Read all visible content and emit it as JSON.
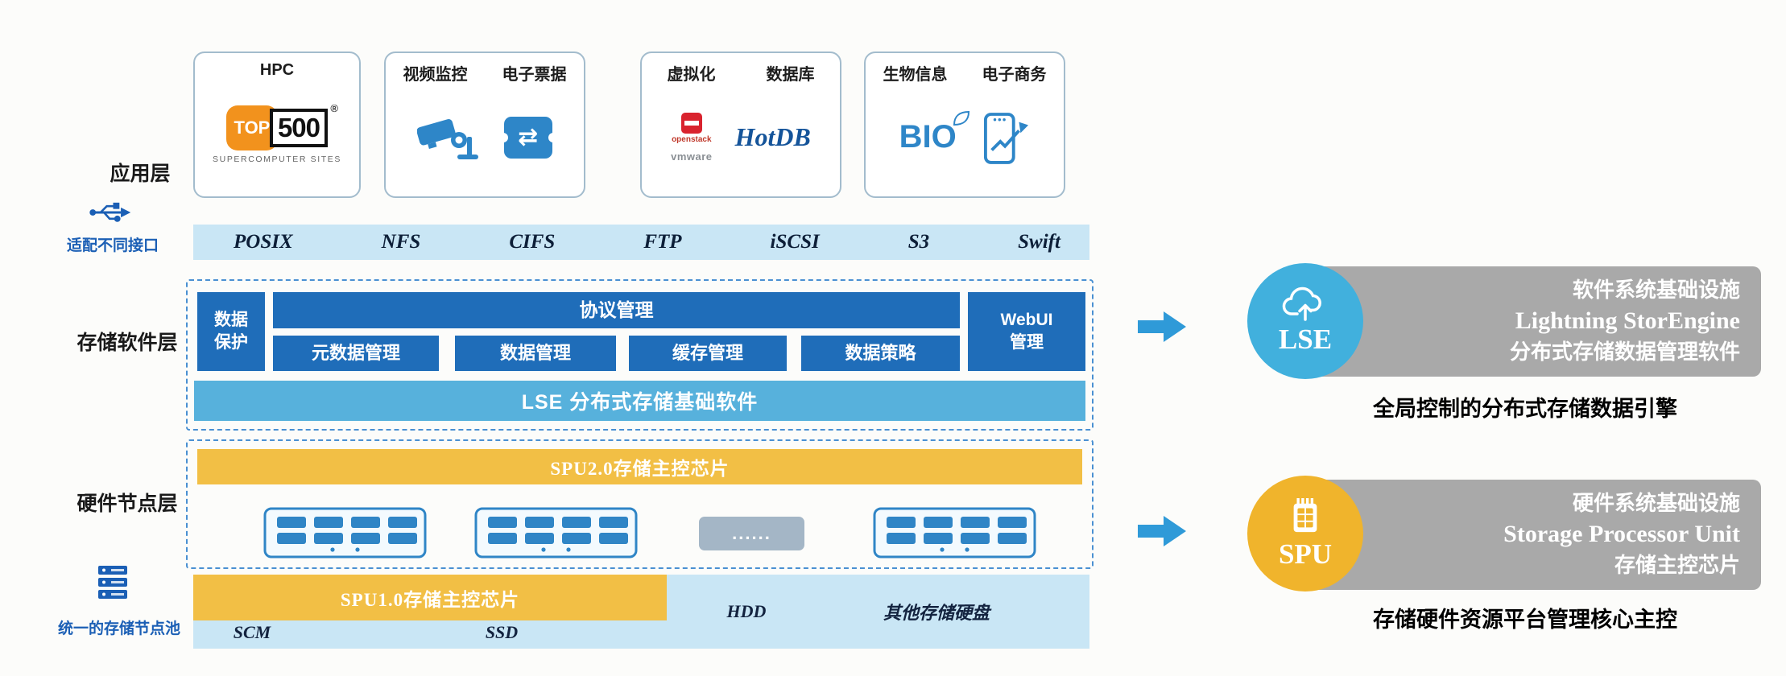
{
  "colors": {
    "dark_blue": "#1f6db9",
    "mid_blue": "#57b1dc",
    "light_blue": "#c9e6f5",
    "accent_blue": "#2e86c8",
    "yellow": "#f2bf45",
    "gray_bar": "#a9a9a9",
    "lse_circle": "#41b0dd",
    "spu_circle": "#f0b42c",
    "node_gray": "#a4b6c6"
  },
  "left_labels": {
    "app": "应用层",
    "interface": "适配不同接口",
    "software": "存储软件层",
    "hardware": "硬件节点层",
    "pool": "统一的存储节点池"
  },
  "app_boxes": {
    "box1": {
      "title": "HPC",
      "logo_top": "TOP",
      "logo_num": "500",
      "logo_reg": "®",
      "logo_sub": "SUPERCOMPUTER SITES"
    },
    "box2": {
      "label1": "视频监控",
      "label2": "电子票据",
      "ticket_glyph": "⇄"
    },
    "box3": {
      "label1": "虚拟化",
      "label2": "数据库",
      "openstack": "openstack",
      "vmware": "vmware",
      "hotdb": "HotDB"
    },
    "box4": {
      "label1": "生物信息",
      "label2": "电子商务",
      "bio": "BIO"
    }
  },
  "interfaces": [
    "POSIX",
    "NFS",
    "CIFS",
    "FTP",
    "iSCSI",
    "S3",
    "Swift"
  ],
  "software_layer": {
    "data_protection_l1": "数据",
    "data_protection_l2": "保护",
    "protocol_mgmt": "协议管理",
    "webui_l1": "WebUI",
    "webui_l2": "管理",
    "metadata_mgmt": "元数据管理",
    "data_mgmt": "数据管理",
    "cache_mgmt": "缓存管理",
    "data_policy": "数据策略",
    "lse_bar": "LSE 分布式存储基础软件"
  },
  "hardware_layer": {
    "spu2_bar": "SPU2.0存储主控芯片",
    "ellipsis": "......",
    "spu1_bar": "SPU1.0存储主控芯片",
    "disks": [
      "SCM",
      "SSD",
      "HDD",
      "其他存储硬盘"
    ]
  },
  "right_panel": {
    "lse": {
      "badge": "LSE",
      "line1": "软件系统基础设施",
      "line2": "Lightning StorEngine",
      "line3": "分布式存储数据管理软件",
      "caption": "全局控制的分布式存储数据引擎"
    },
    "spu": {
      "badge": "SPU",
      "line1": "硬件系统基础设施",
      "line2": "Storage Processor Unit",
      "line3": "存储主控芯片",
      "caption": "存储硬件资源平台管理核心主控"
    }
  },
  "icons": {
    "usb-icon": "usb-connector-trident",
    "server-pool-icon": "stacked-server-bars",
    "camera-icon": "cctv-camera",
    "ticket-icon": "ticket-with-transfer-arrows",
    "openstack-icon": "red-square-logo",
    "bio-leaf-icon": "leaf",
    "phone-icon": "smartphone-with-rising-arrow",
    "rack-node-icon": "server-chassis-front",
    "arrow-right-icon": "solid-right-arrow",
    "cloud-upload-icon": "cloud-with-up-arrow",
    "chip-icon": "storage-chip-card"
  }
}
